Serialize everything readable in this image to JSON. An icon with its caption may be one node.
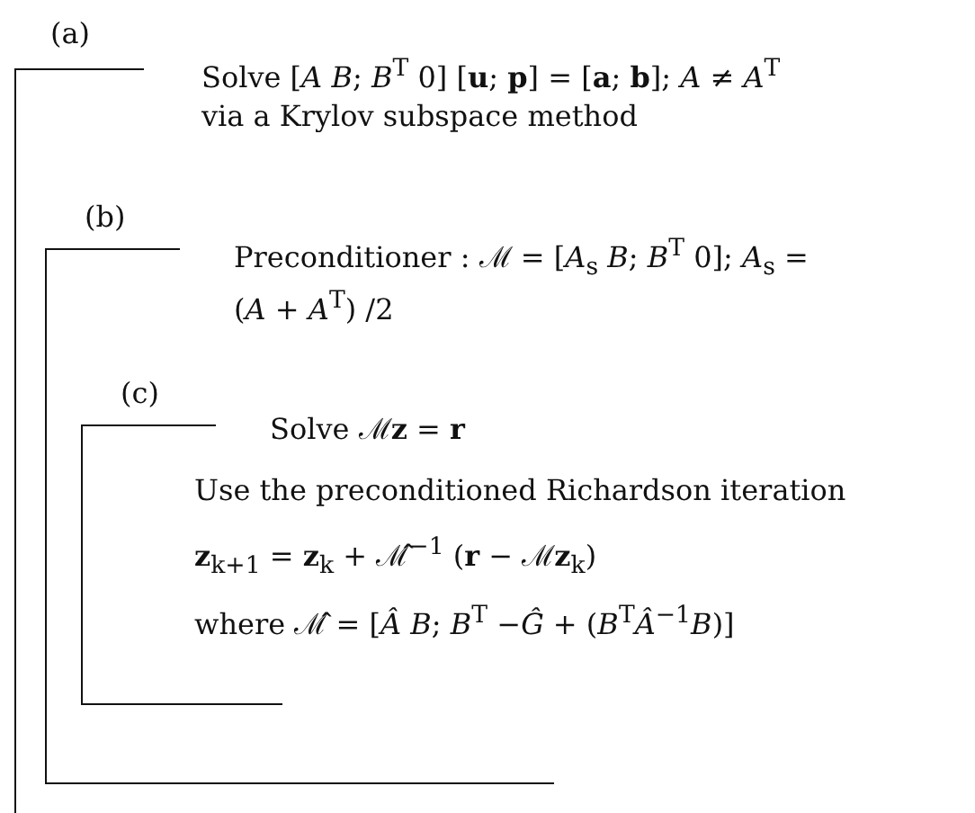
{
  "diagram": {
    "nodes": [
      {
        "text": [
          "(a)",
          "Solve [*A* *B*; *B*$^{T}$ 0] [**u**; **p**] = [**a**; **b**];   *A* ≠ *A*$^{T}$ via a Krylov subspace method"
        ]
      },
      {
        "text": [
          "(b)",
          "Preconditioner : ℳ = [*A*$_{s}$ *B*; *B*$^{T}$ 0]; *A*$_{s}$ = (*A* + *A*$^{T}$) /2"
        ],
        "in": 0
      },
      {
        "text": [
          "(c)",
          "Solve ℳ**z** = **r**",
          "Use the preconditioned Richardson iteration",
          "**z**$_{k+1}$ = **z**$_{k}$ + ℳ̂$^{−1}$ (**r** − ℳ**z**$_{k}$)",
          "where ℳ̂ = [*Â* *B*; *B*$^{T}$ −*Ĝ* + (*B*$^{T}$*Â*$^{−1}$*B*)]"
        ],
        "in": 1
      }
    ],
    "edges": []
  }
}
